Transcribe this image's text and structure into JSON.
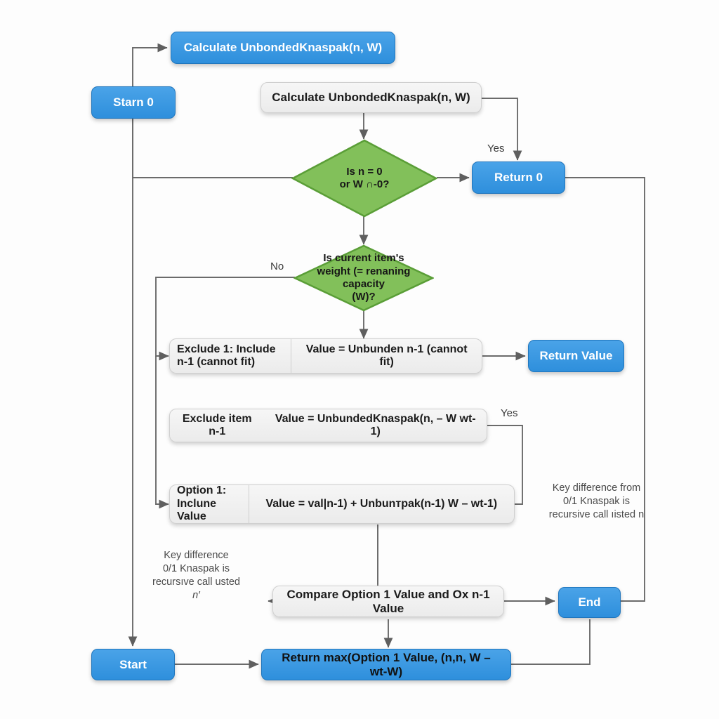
{
  "diagram": {
    "title": "Unbounded Knapsack recursion flowchart",
    "colors": {
      "blue": "#3b97e3",
      "blue_border": "#2076bd",
      "green": "#82c05a",
      "green_border": "#5a9e37",
      "grey": "#f0f0f0",
      "grey_border": "#cfcfcf",
      "line": "#6b6b6b",
      "text_dark": "#1b1b1b",
      "text_light": "#ffffff"
    }
  },
  "nodes": {
    "calc_top_blue": "Calculate UnbondedKnaspak(n, W)",
    "starn_0": "Starn 0",
    "calc_grey": "Calculate UnbondedKnaspak(n, W)",
    "return_0": "Return 0",
    "return_value": "Return Value",
    "compare": "Compare Option 1 Value and Ox n-1 Value",
    "end": "End",
    "start": "Start",
    "return_max": "Return max(Option 1 Value, (n,n, W – wt-W)"
  },
  "decisions": {
    "base_case": {
      "lines": [
        "Is n = 0",
        "or W ∩-0?"
      ]
    },
    "weight_check": {
      "lines": [
        "Is current item's",
        "weight (= renaning",
        "capacity",
        "(W)?"
      ]
    }
  },
  "split_rows": [
    {
      "left": "Exclude 1: Include n-1 (cannot fit)",
      "right": "Value = Unbunden n-1 (cannot fit)"
    },
    {
      "left": "Exclude item n-1",
      "right": "Value = UnbundedKnaspak(n, – W  wt-1)"
    },
    {
      "left": "Option 1: Inclune Value",
      "right": "Value = val|n-1) + Unbunтpak(n-1) W – wt-1)"
    }
  ],
  "edge_labels": {
    "yes_top": "Yes",
    "no_left": "No",
    "yes_right": "Yes"
  },
  "notes": {
    "right": {
      "lines": [
        "Key difference from",
        "0/1 Knaspak is",
        "recursive call ıisted n"
      ]
    },
    "left": {
      "lines": [
        "Key difference",
        "0/1 Knaspak is",
        "recursıve call usted",
        "n′"
      ]
    }
  }
}
